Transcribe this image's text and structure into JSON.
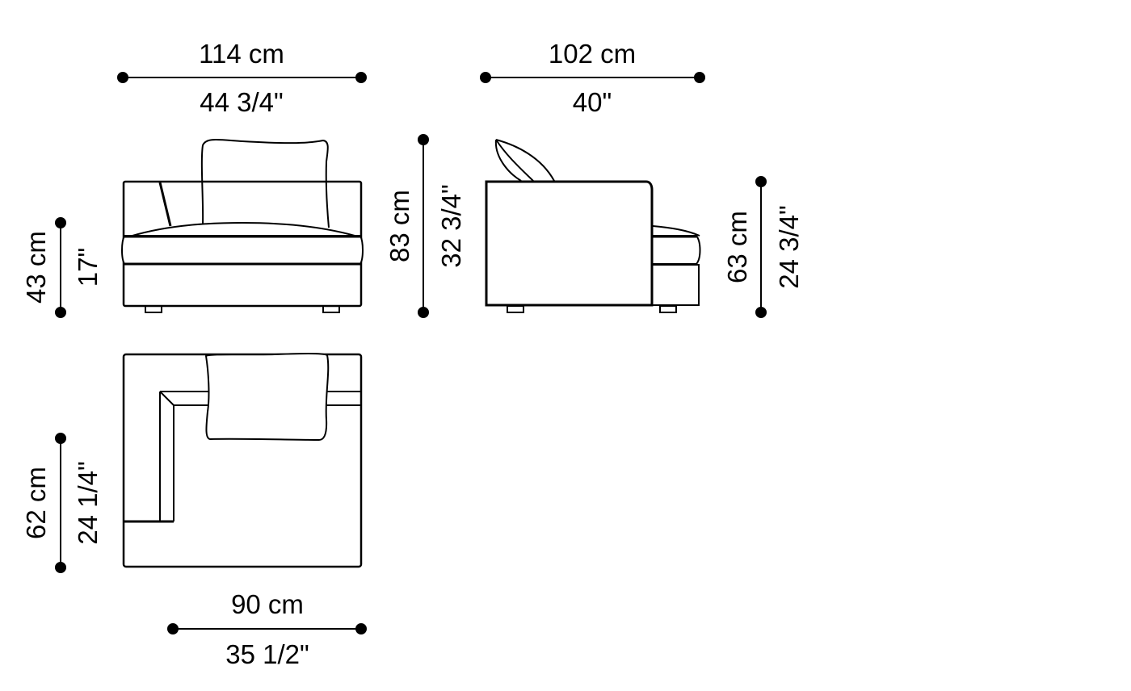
{
  "dimensions": {
    "front_width": {
      "cm": "114 cm",
      "in": "44 3/4\""
    },
    "side_depth": {
      "cm": "102 cm",
      "in": "40\""
    },
    "seat_height": {
      "cm": "43 cm",
      "in": "17\""
    },
    "total_height": {
      "cm": "83 cm",
      "in": "32 3/4\""
    },
    "arm_height": {
      "cm": "63 cm",
      "in": "24 3/4\""
    },
    "plan_depth": {
      "cm": "62 cm",
      "in": "24 1/4\""
    },
    "plan_width": {
      "cm": "90 cm",
      "in": "35 1/2\""
    }
  }
}
